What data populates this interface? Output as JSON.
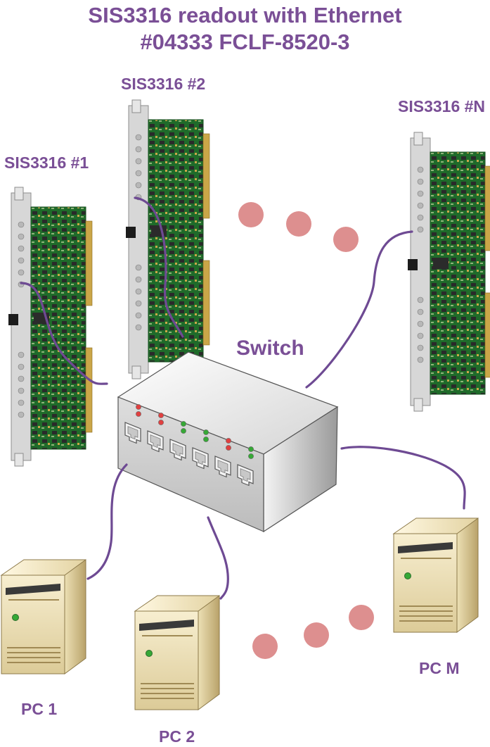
{
  "title": {
    "line1": "SIS3316 readout with Ethernet",
    "line2": "#04333 FCLF-8520-3"
  },
  "boards": {
    "board1_label": "SIS3316 #1",
    "board2_label": "SIS3316 #2",
    "boardN_label": "SIS3316 #N"
  },
  "switch": {
    "label": "Switch",
    "port_count": 6
  },
  "pcs": {
    "pc1_label": "PC 1",
    "pc2_label": "PC 2",
    "pcM_label": "PC M"
  },
  "colors": {
    "text": "#7a4f96",
    "cable": "#6e4a93",
    "dot": "#dd8f8f",
    "pcb": "#1f6b2a",
    "case": "#efe2b8",
    "led_red": "#e04040",
    "led_green": "#36a836"
  }
}
